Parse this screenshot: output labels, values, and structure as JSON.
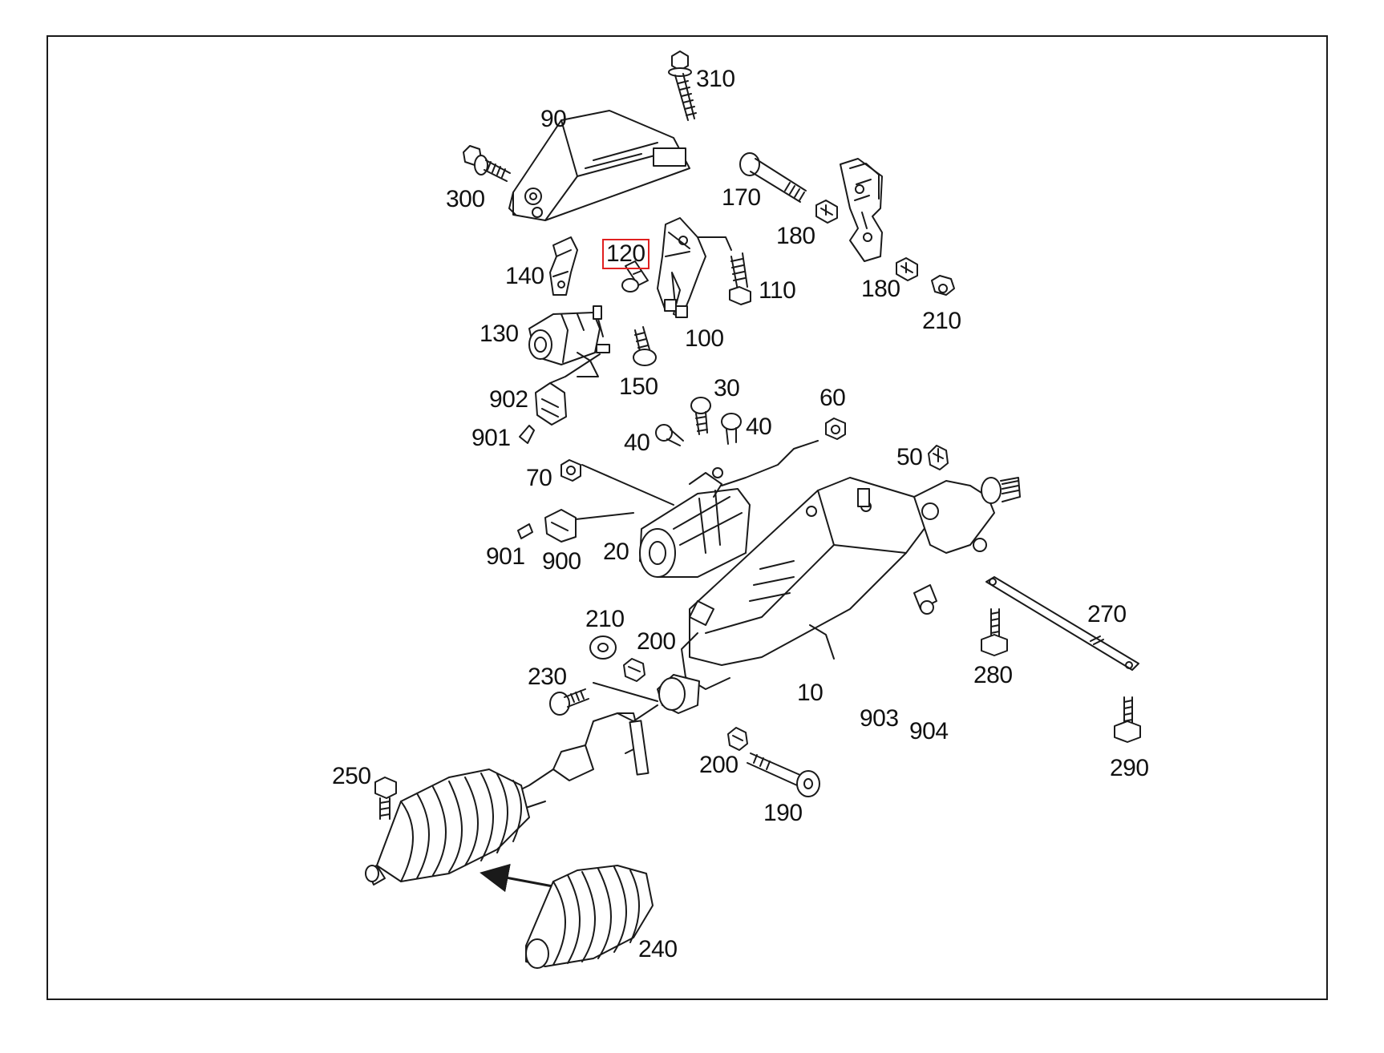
{
  "diagram": {
    "highlight_color": "#e02020",
    "line_color": "#1a1a1a",
    "callouts": [
      {
        "id": "310",
        "label": "310"
      },
      {
        "id": "90",
        "label": "90"
      },
      {
        "id": "300",
        "label": "300"
      },
      {
        "id": "170",
        "label": "170"
      },
      {
        "id": "180a",
        "label": "180"
      },
      {
        "id": "180b",
        "label": "180"
      },
      {
        "id": "120",
        "label": "120",
        "highlighted": true
      },
      {
        "id": "140",
        "label": "140"
      },
      {
        "id": "110",
        "label": "110"
      },
      {
        "id": "210a",
        "label": "210"
      },
      {
        "id": "130",
        "label": "130"
      },
      {
        "id": "100",
        "label": "100"
      },
      {
        "id": "150",
        "label": "150"
      },
      {
        "id": "30",
        "label": "30"
      },
      {
        "id": "60",
        "label": "60"
      },
      {
        "id": "902",
        "label": "902"
      },
      {
        "id": "40a",
        "label": "40"
      },
      {
        "id": "40b",
        "label": "40"
      },
      {
        "id": "901a",
        "label": "901"
      },
      {
        "id": "50",
        "label": "50"
      },
      {
        "id": "70",
        "label": "70"
      },
      {
        "id": "901b",
        "label": "901"
      },
      {
        "id": "900",
        "label": "900"
      },
      {
        "id": "20",
        "label": "20"
      },
      {
        "id": "270",
        "label": "270"
      },
      {
        "id": "210b",
        "label": "210"
      },
      {
        "id": "200a",
        "label": "200"
      },
      {
        "id": "280",
        "label": "280"
      },
      {
        "id": "230",
        "label": "230"
      },
      {
        "id": "10",
        "label": "10"
      },
      {
        "id": "903",
        "label": "903"
      },
      {
        "id": "904",
        "label": "904"
      },
      {
        "id": "290",
        "label": "290"
      },
      {
        "id": "200b",
        "label": "200"
      },
      {
        "id": "250",
        "label": "250"
      },
      {
        "id": "190",
        "label": "190"
      },
      {
        "id": "240",
        "label": "240"
      }
    ]
  }
}
